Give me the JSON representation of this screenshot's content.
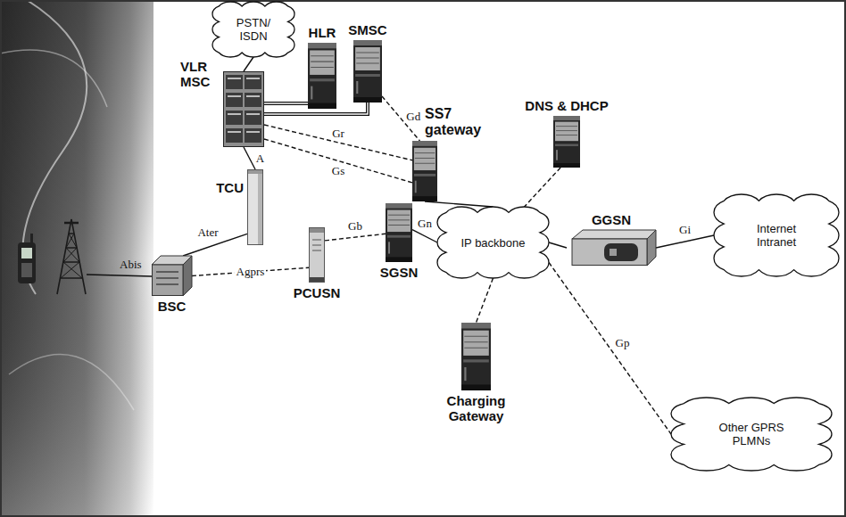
{
  "diagram": {
    "nodes": [
      {
        "text": [
          "PSTN/ ISDN"
        ]
      },
      {
        "text": [
          "HLR"
        ]
      },
      {
        "text": [
          "SMSC"
        ]
      },
      {
        "text": [
          "VLR MSC"
        ]
      },
      {
        "text": [
          "SS7 gateway"
        ]
      },
      {
        "text": [
          "DNS & DHCP"
        ]
      },
      {
        "text": [
          "TCU"
        ]
      },
      {
        "text": [
          "IP backbone"
        ]
      },
      {
        "text": [
          "GGSN"
        ]
      },
      {
        "text": [
          "Internet Intranet"
        ]
      },
      {
        "text": [
          "SGSN"
        ]
      },
      {
        "text": [
          "PCUSN"
        ]
      },
      {
        "text": [
          "BSC"
        ]
      },
      {
        "text": [
          "Charging Gateway"
        ]
      },
      {
        "text": [
          "Other GPRS PLMNs"
        ]
      }
    ],
    "edges": [
      {
        "from": 3,
        "to": 0,
        "arrow": "none"
      },
      {
        "from": 3,
        "to": 1,
        "arrow": "none"
      },
      {
        "from": 3,
        "to": 2,
        "arrow": "none"
      },
      {
        "from": 3,
        "to": 4,
        "label": "Gr",
        "arrow": "none"
      },
      {
        "from": 3,
        "to": 4,
        "label": "Gs",
        "arrow": "none"
      },
      {
        "from": 2,
        "to": 4,
        "label": "Gd",
        "arrow": "none"
      },
      {
        "from": 4,
        "to": 7,
        "arrow": "none"
      },
      {
        "from": 5,
        "to": 7,
        "arrow": "none"
      },
      {
        "from": 10,
        "to": 7,
        "label": "Gn",
        "arrow": "none"
      },
      {
        "from": 7,
        "to": 8,
        "arrow": "none"
      },
      {
        "from": 8,
        "to": 9,
        "label": "Gi",
        "arrow": "none"
      },
      {
        "from": 7,
        "to": 13,
        "arrow": "none"
      },
      {
        "from": 7,
        "to": 14,
        "label": "Gp",
        "arrow": "none"
      },
      {
        "from": 11,
        "to": 10,
        "label": "Gb",
        "arrow": "none"
      },
      {
        "from": 12,
        "to": 11,
        "label": "Agprs",
        "arrow": "none"
      },
      {
        "from": 12,
        "to": 6,
        "label": "Ater",
        "arrow": "none"
      },
      {
        "from": 6,
        "to": 3,
        "label": "A",
        "arrow": "none"
      }
    ],
    "labels": [
      "Abis"
    ]
  }
}
